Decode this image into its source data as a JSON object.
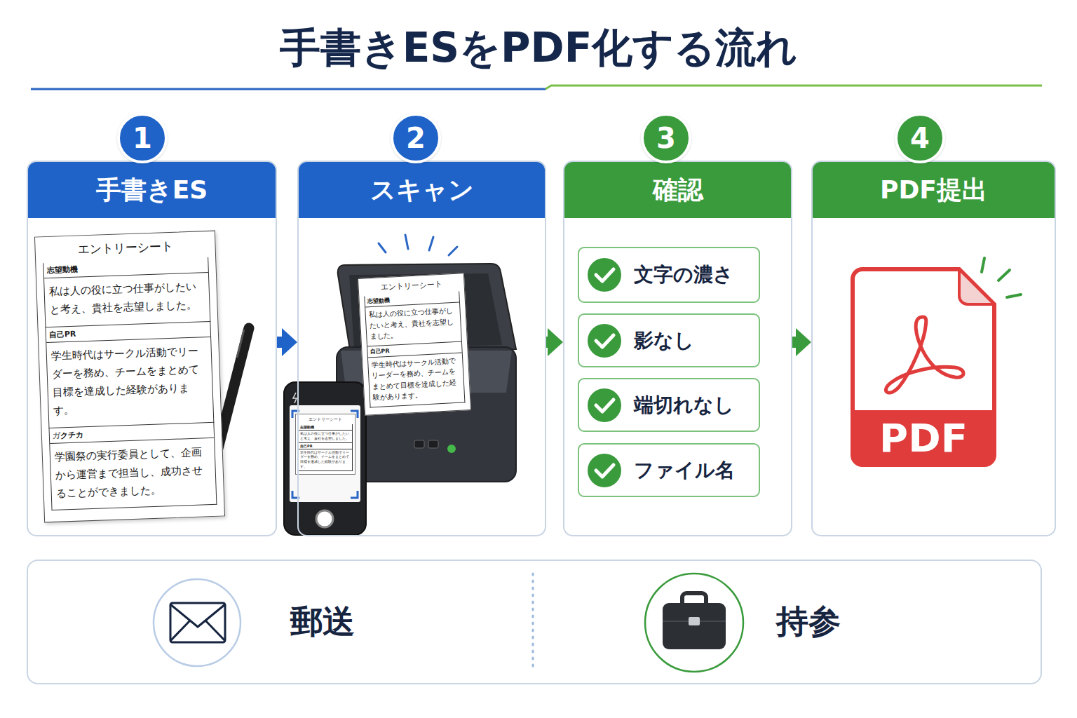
{
  "diagram": {
    "title": "手書きESをPDF化する流れ",
    "nodes": [
      {
        "text": [
          "1"
        ]
      },
      {
        "text": [
          "手書きES"
        ]
      },
      {
        "text": [
          "2"
        ]
      },
      {
        "text": [
          "スキャン"
        ]
      },
      {
        "text": [
          "3"
        ]
      },
      {
        "text": [
          "確認"
        ]
      },
      {
        "text": [
          "文字の濃さ"
        ],
        "in": 5
      },
      {
        "text": [
          "影なし"
        ],
        "in": 5
      },
      {
        "text": [
          "端切れなし"
        ],
        "in": 5
      },
      {
        "text": [
          "ファイル名"
        ],
        "in": 5
      },
      {
        "text": [
          "4"
        ]
      },
      {
        "text": [
          "PDF提出"
        ]
      },
      {
        "text": [
          "郵送",
          "持参"
        ]
      }
    ],
    "edges": [
      {
        "from": 1,
        "to": 3,
        "arrow": "to"
      },
      {
        "from": 3,
        "to": 5,
        "arrow": "to"
      },
      {
        "from": 5,
        "to": 11,
        "arrow": "to"
      }
    ],
    "labels": [
      "エントリーシート",
      "志望動機",
      "私は人の役に立つ仕事がしたいと考え、貴社を志望しました。",
      "自己PR",
      "学生時代はサークル活動でリーダーを務め、チームをまとめて目標を達成した経験があります。",
      "ガクチカ",
      "学園祭の実行委員として、企画から運営まで担当し、成功させることができました。",
      "エントリーシート",
      "志望動機",
      "私は人の役に立つ仕事がしたいと考え、貴社を志望しました。",
      "自己PR",
      "学生時代はサークル活動でリーダーを務め、チームをまとめて目標を達成した経験があります。",
      "エントリーシート",
      "志望動機",
      "私は人の役に立つ仕事がしたいと考え、貴社を志望しました。",
      "自己PR",
      "学生時代はサークル活動でリーダーを務め、チームをまとめて目標を達成した経験があります。",
      "PDF"
    ]
  }
}
